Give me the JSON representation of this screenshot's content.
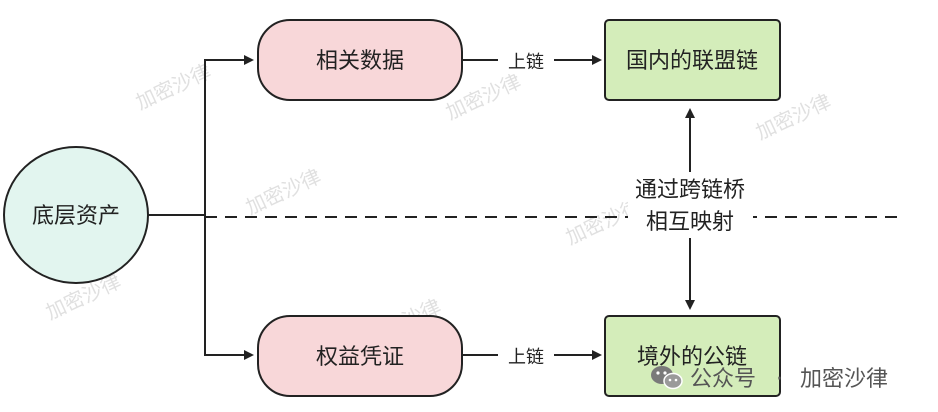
{
  "nodes": {
    "asset": "底层资产",
    "data": "相关数据",
    "rights": "权益凭证",
    "domestic_chain": "国内的联盟链",
    "overseas_chain": "境外的公链"
  },
  "edges": {
    "upchain_top": "上链",
    "upchain_bottom": "上链",
    "bridge_line1": "通过跨链桥",
    "bridge_line2": "相互映射"
  },
  "watermark": "加密沙律",
  "brand": {
    "prefix": "公众号",
    "separator": "·",
    "name": "加密沙律",
    "icon": "wechat-icon"
  },
  "colors": {
    "asset_fill": "#e2f5ef",
    "pill_fill": "#f8d7d9",
    "chain_fill": "#d4edba",
    "stroke": "#222222"
  }
}
